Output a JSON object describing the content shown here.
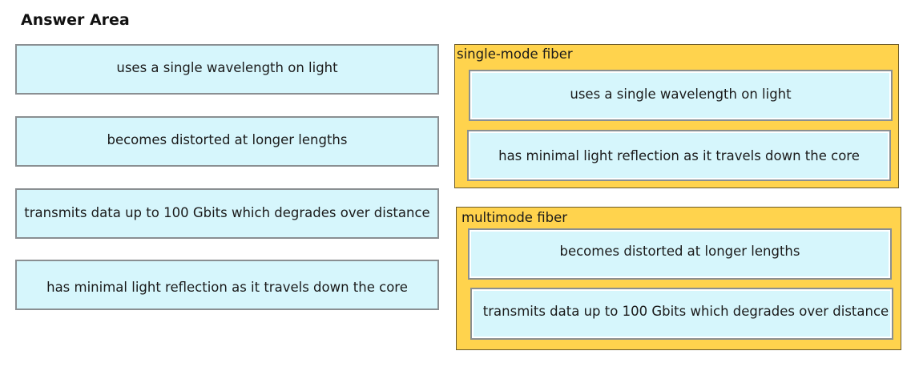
{
  "header": {
    "title": "Answer Area"
  },
  "source_items": [
    {
      "label": "uses a single wavelength on light"
    },
    {
      "label": "becomes distorted at longer lengths"
    },
    {
      "label": "transmits data up to 100 Gbits which degrades over distance"
    },
    {
      "label": "has minimal light reflection as it travels down the core"
    }
  ],
  "targets": [
    {
      "label": "single-mode fiber",
      "items": [
        {
          "label": "uses a single wavelength on light"
        },
        {
          "label": "has minimal light reflection as it travels down the core"
        }
      ]
    },
    {
      "label": "multimode fiber",
      "items": [
        {
          "label": "becomes distorted at longer lengths"
        },
        {
          "label": "transmits data up to 100 Gbits which degrades over distance"
        }
      ]
    }
  ],
  "colors": {
    "item_background": "#d6f6fc",
    "group_background": "#ffd34d",
    "item_border": "#8a8f92"
  }
}
